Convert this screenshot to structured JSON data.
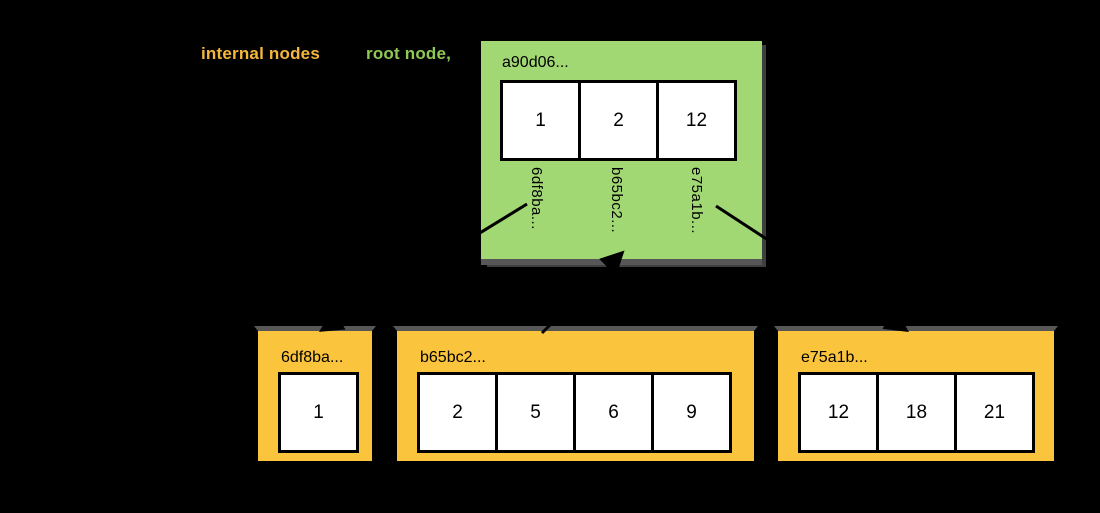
{
  "legend": {
    "internal_nodes_label": "internal nodes",
    "root_node_label": "root node,"
  },
  "root": {
    "hash": "a90d06...",
    "keys": [
      "1",
      "2",
      "12"
    ],
    "child_edge_labels": [
      "6df8ba...",
      "b65bc2...",
      "e75a1b..."
    ]
  },
  "leaves": [
    {
      "hash": "6df8ba...",
      "keys": [
        "1"
      ]
    },
    {
      "hash": "b65bc2...",
      "keys": [
        "2",
        "5",
        "6",
        "9"
      ]
    },
    {
      "hash": "e75a1b...",
      "keys": [
        "12",
        "18",
        "21"
      ]
    }
  ],
  "colors": {
    "background": "#000000",
    "root_fill": "#A2D873",
    "internal_fill": "#FBC43D",
    "legend_internal_text": "#F4B73C",
    "legend_root_text": "#8FC954",
    "cell_fill": "#FFFFFF",
    "shadow_bar": "#575757",
    "edge": "#000000"
  }
}
